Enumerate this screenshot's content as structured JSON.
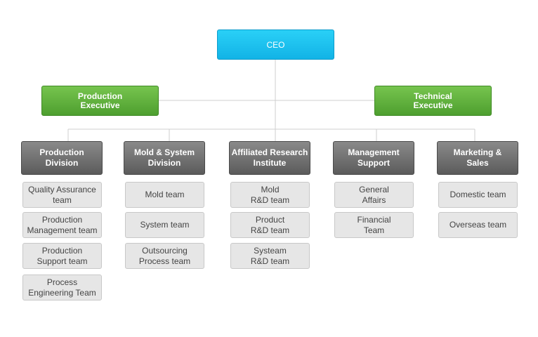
{
  "ceo": "CEO",
  "executives": [
    "Production\nExecutive",
    "Technical\nExecutive"
  ],
  "divisions": [
    {
      "label": "Production\nDivision",
      "teams": [
        "Quality Assurance\nteam",
        "Production\nManagement team",
        "Production\nSupport team",
        "Process\nEngineering Team"
      ]
    },
    {
      "label": "Mold & System\nDivision",
      "teams": [
        "Mold team",
        "System team",
        "Outsourcing\nProcess team"
      ]
    },
    {
      "label": "Affiliated Research\nInstitute",
      "teams": [
        "Mold\nR&D team",
        "Product\nR&D team",
        "Systeam\nR&D team"
      ]
    },
    {
      "label": "Management\nSupport",
      "teams": [
        "General\nAffairs",
        "Financial\nTeam"
      ]
    },
    {
      "label": "Marketing &\nSales",
      "teams": [
        "Domestic team",
        "Overseas team"
      ]
    }
  ],
  "colors": {
    "ceo": "#1ec1ee",
    "executive": "#5fae3c",
    "division": "#6e6e6e",
    "team": "#e6e6e6",
    "connector": "#cfcfcf"
  }
}
